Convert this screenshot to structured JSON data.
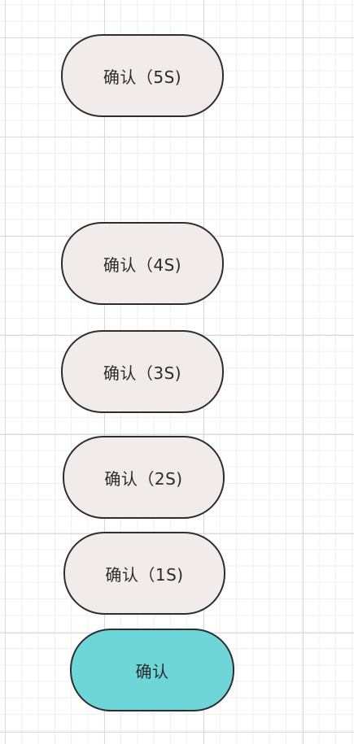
{
  "colors": {
    "pill_fill": "#f1ecea",
    "active_fill": "#6fd6d8",
    "border": "#2b2f33"
  },
  "buttons": [
    {
      "label": "确认（5S)"
    },
    {
      "label": "确认（4S)"
    },
    {
      "label": "确认（3S)"
    },
    {
      "label": "确认（2S)"
    },
    {
      "label": "确认（1S)"
    },
    {
      "label": "确认"
    }
  ]
}
